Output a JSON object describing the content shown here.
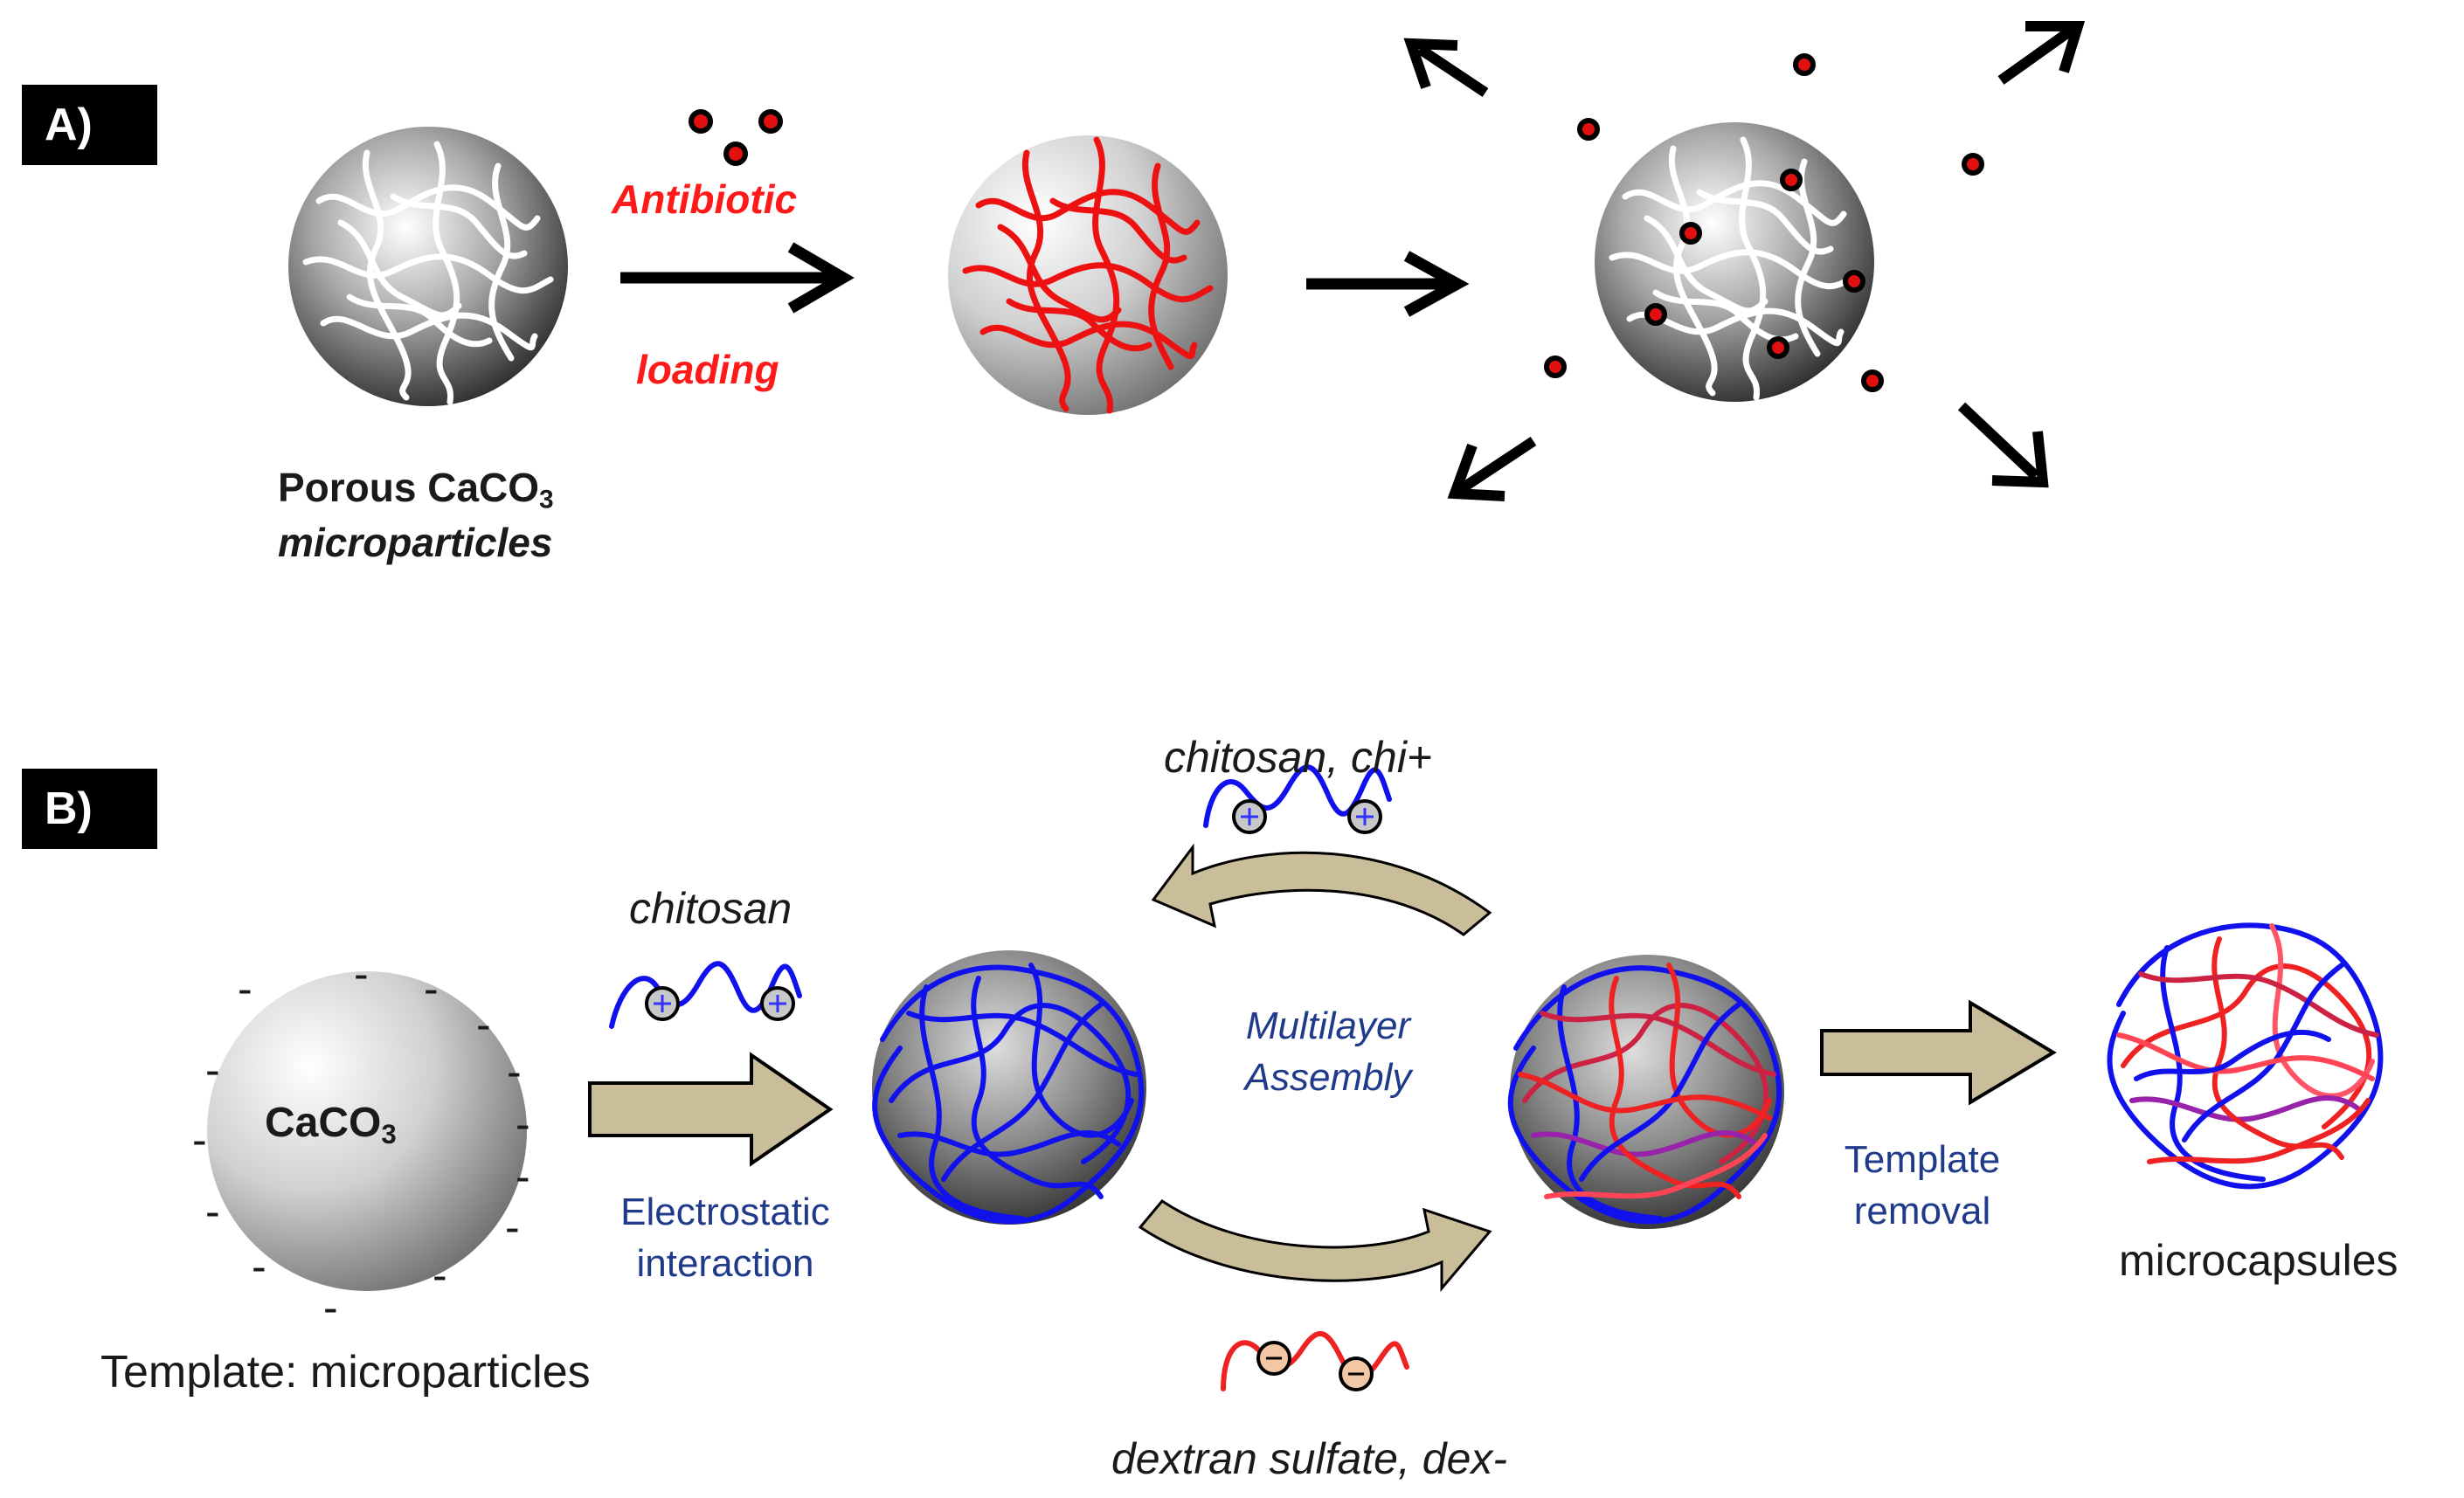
{
  "panel_a": {
    "tag": "A)",
    "antibiotic_label": "Antibiotic",
    "loading_label": "loading",
    "particle_label_line1": "Porous CaCO",
    "particle_label_sub": "3",
    "particle_label_line2": "microparticles"
  },
  "panel_b": {
    "tag": "B)",
    "template_core": "CaCO",
    "template_core_sub": "3",
    "template_label": "Template: microparticles",
    "chitosan_label": "chitosan",
    "electrostatic_line1": "Electrostatic",
    "electrostatic_line2": "interaction",
    "chi_label": "chitosan, chi+",
    "multilayer_line1": "Multilayer",
    "multilayer_line2": "Assembly",
    "dex_label": "dextran sulfate,  dex-",
    "template_removal_line1": "Template",
    "template_removal_line2": "removal",
    "microcapsules_label": "microcapsules",
    "surface_charge": "-"
  },
  "colors": {
    "antibiotic_red": "#ff1a1a",
    "chitosan_blue": "#1010ee",
    "dextran_red": "#ee2222",
    "label_navy": "#1f3a8a",
    "arrow_khaki": "#c9bd9a"
  }
}
